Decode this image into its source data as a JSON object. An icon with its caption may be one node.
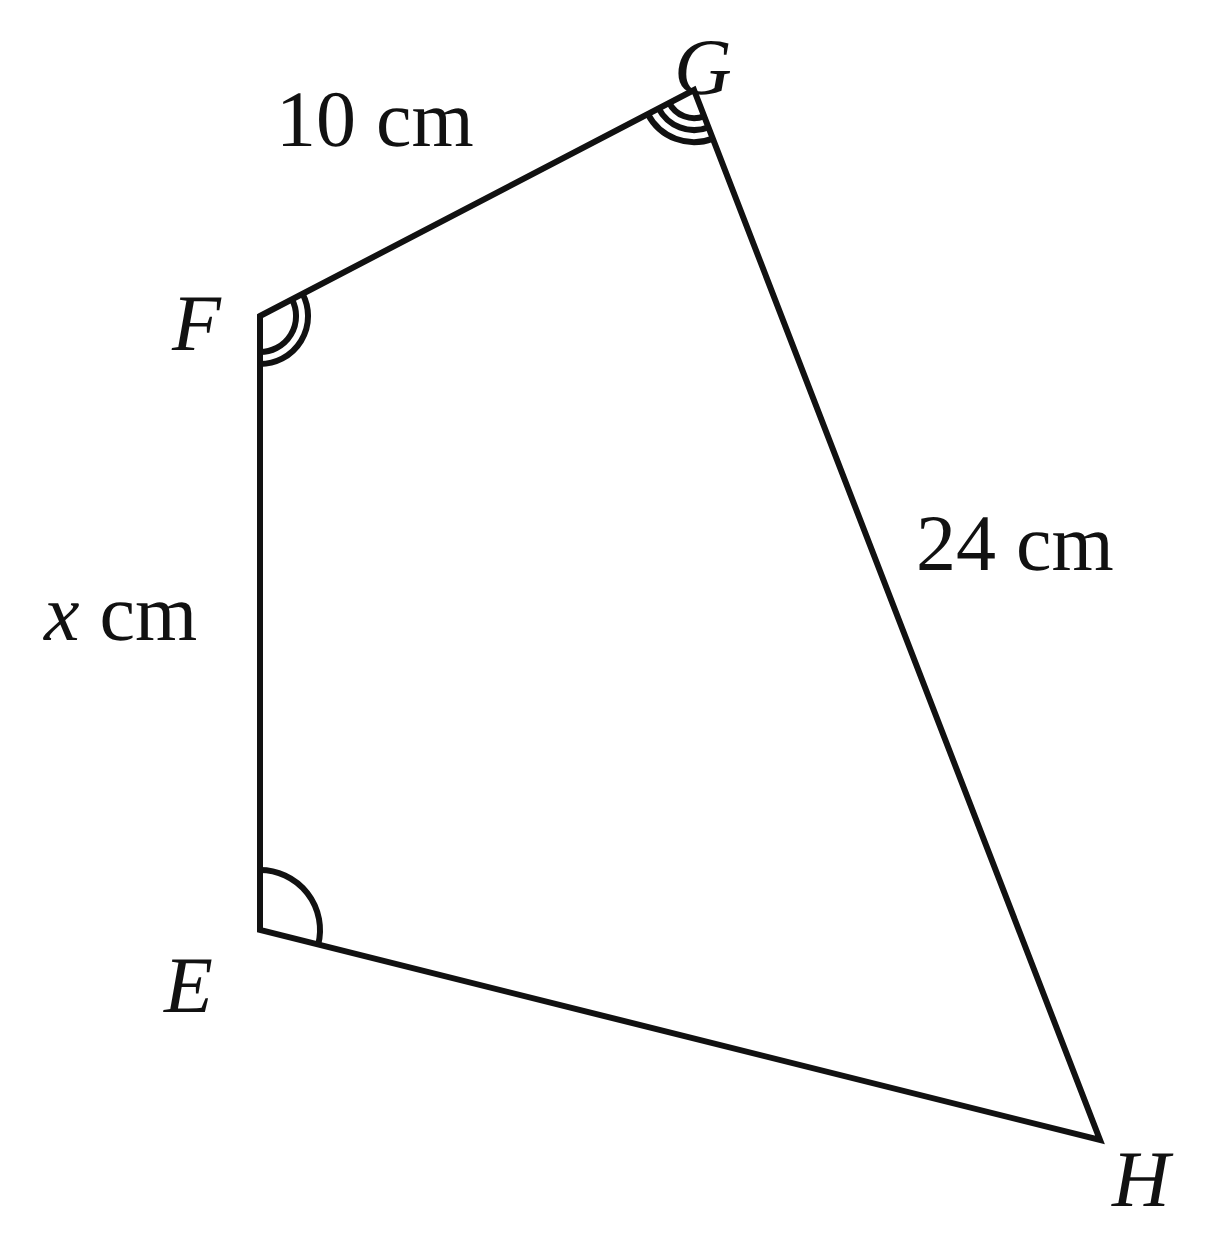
{
  "diagram": {
    "labels": [
      "G",
      "10 cm",
      "F",
      "*x* cm",
      "24 cm",
      "E",
      "H"
    ]
  }
}
